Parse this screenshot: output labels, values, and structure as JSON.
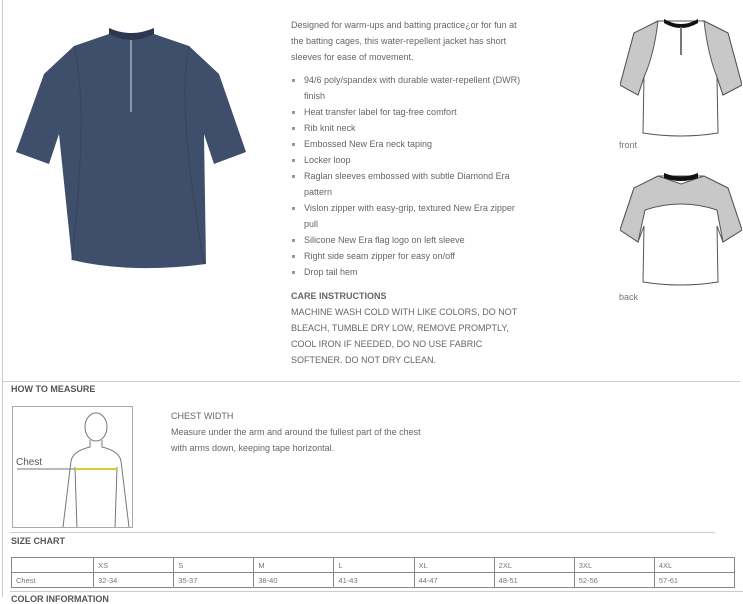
{
  "product": {
    "description": "Designed for warm-ups and batting practice¿or for fun at the batting cages, this water-repellent jacket has short sleeves for ease of movement.",
    "features": [
      "94/6 poly/spandex with durable water-repellent (DWR) finish",
      "Heat transfer label for tag-free comfort",
      "Rib knit neck",
      "Embossed New Era neck taping",
      "Locker loop",
      "Raglan sleeves embossed with subtle Diamond Era pattern",
      "Vislon zipper with easy-grip, textured New Era zipper pull",
      "Silicone New Era flag logo on left sleeve",
      "Right side seam zipper for easy on/off",
      "Drop tail hem"
    ],
    "care_heading": "CARE INSTRUCTIONS",
    "care_text": "MACHINE WASH COLD WITH LIKE COLORS, DO NOT BLEACH, TUMBLE DRY LOW, REMOVE PROMPTLY, COOL IRON IF NEEDED, DO NO USE FABRIC SOFTENER. DO NOT DRY CLEAN.",
    "front_label": "front",
    "back_label": "back",
    "garment_color": "#3f4f6b"
  },
  "measure": {
    "heading": "HOW TO MEASURE",
    "figure_label": "Chest",
    "title": "CHEST WIDTH",
    "text": "Measure under the arm and around the fullest part of the chest with arms down, keeping tape horizontal."
  },
  "size_chart": {
    "heading": "SIZE CHART",
    "sizes": [
      "XS",
      "S",
      "M",
      "L",
      "XL",
      "2XL",
      "3XL",
      "4XL"
    ],
    "rows": [
      {
        "label": "Chest",
        "values": [
          "32-34",
          "35-37",
          "38-40",
          "41-43",
          "44-47",
          "48-51",
          "52-56",
          "57-61"
        ]
      }
    ]
  },
  "next_heading": "COLOR INFORMATION"
}
